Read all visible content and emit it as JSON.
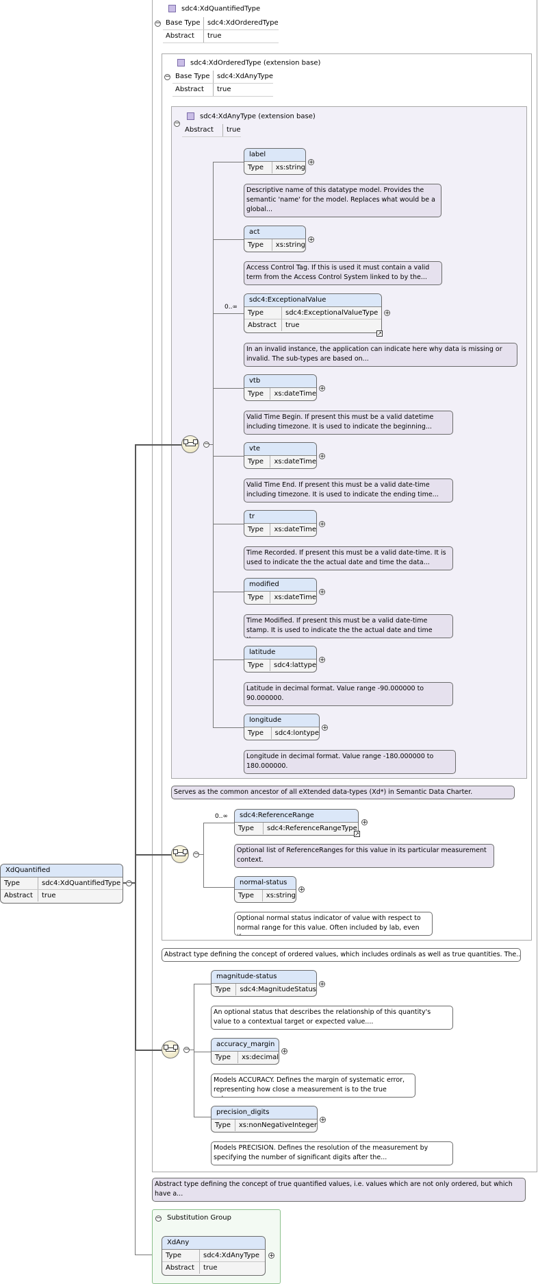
{
  "root": {
    "name": "XdQuantified",
    "type_label": "Type",
    "type": "sdc4:XdQuantifiedType",
    "abstract_label": "Abstract",
    "abstract": "true"
  },
  "complex_type": {
    "title": "sdc4:XdQuantifiedType",
    "base_label": "Base Type",
    "base": "sdc4:XdOrderedType",
    "abstract_label": "Abstract",
    "abstract": "true"
  },
  "ordered_type": {
    "title": "sdc4:XdOrderedType (extension base)",
    "base_label": "Base Type",
    "base": "sdc4:XdAnyType",
    "abstract_label": "Abstract",
    "abstract": "true"
  },
  "any_type": {
    "title": "sdc4:XdAnyType (extension base)",
    "abstract_label": "Abstract",
    "abstract": "true"
  },
  "type_label": "Type",
  "abstract_label": "Abstract",
  "any_elements": [
    {
      "name": "label",
      "type": "xs:string",
      "doc": "Descriptive name of this datatype model. Provides the semantic 'name' for the model. Replaces what would be a global..."
    },
    {
      "name": "act",
      "type": "xs:string",
      "doc": "Access Control Tag. If this is used it must contain a valid term from the Access Control System linked to by the..."
    },
    {
      "name": "sdc4:ExceptionalValue",
      "type": "sdc4:ExceptionalValueType",
      "abstract": "true",
      "multiplicity": "0..∞",
      "doc": "In an invalid instance, the application can indicate here why data is missing or invalid. The sub-types are based on..."
    },
    {
      "name": "vtb",
      "type": "xs:dateTime",
      "doc": "Valid Time Begin. If present this must be a valid datetime including timezone. It is used to indicate the beginning..."
    },
    {
      "name": "vte",
      "type": "xs:dateTime",
      "doc": "Valid Time End. If present this must be a valid date-time including timezone. It is used to indicate the ending time..."
    },
    {
      "name": "tr",
      "type": "xs:dateTime",
      "doc": "Time Recorded. If present this must be a valid date-time. It is used to indicate the the actual date and time the data..."
    },
    {
      "name": "modified",
      "type": "xs:dateTime",
      "doc": "Time Modified. If present this must be a valid date-time stamp. It is used to indicate the the actual date and time the..."
    },
    {
      "name": "latitude",
      "type": "sdc4:lattype",
      "doc": "Latitude in decimal format. Value range -90.000000 to 90.000000."
    },
    {
      "name": "longitude",
      "type": "sdc4:lontype",
      "doc": "Longitude in decimal format. Value range -180.000000 to 180.000000."
    }
  ],
  "any_type_doc": "Serves as the common ancestor of all eXtended data-types (Xd*) in Semantic Data Charter.",
  "ordered_elements": [
    {
      "name": "sdc4:ReferenceRange",
      "type": "sdc4:ReferenceRangeType",
      "multiplicity": "0..∞",
      "doc": "Optional list of ReferenceRanges for this value in its particular measurement context."
    },
    {
      "name": "normal-status",
      "type": "xs:string",
      "doc": "Optional normal status indicator of value with respect to normal range for this value. Often included by lab, even if..."
    }
  ],
  "ordered_type_doc": "Abstract type defining the concept of ordered values, which includes ordinals as well as true quantities. The...",
  "quantified_elements": [
    {
      "name": "magnitude-status",
      "type": "sdc4:MagnitudeStatus",
      "doc": "An optional status that describes the relationship of this quantity's value to a contextual target or expected value...."
    },
    {
      "name": "accuracy_margin",
      "type": "xs:decimal",
      "doc": "Models ACCURACY. Defines the margin of systematic error, representing how close a measurement is to the true value...."
    },
    {
      "name": "precision_digits",
      "type": "xs:nonNegativeInteger",
      "doc": "Models PRECISION. Defines the resolution of the measurement by specifying the number of significant digits after the..."
    }
  ],
  "quantified_type_doc": "Abstract type defining the concept of true quantified values, i.e. values which are not only ordered, but which have a...",
  "substitution": {
    "title": "Substitution Group",
    "name": "XdAny",
    "type": "sdc4:XdAnyType",
    "abstract": "true"
  },
  "symbols": {
    "plus": "+",
    "minus": "−",
    "ref": "↗"
  }
}
